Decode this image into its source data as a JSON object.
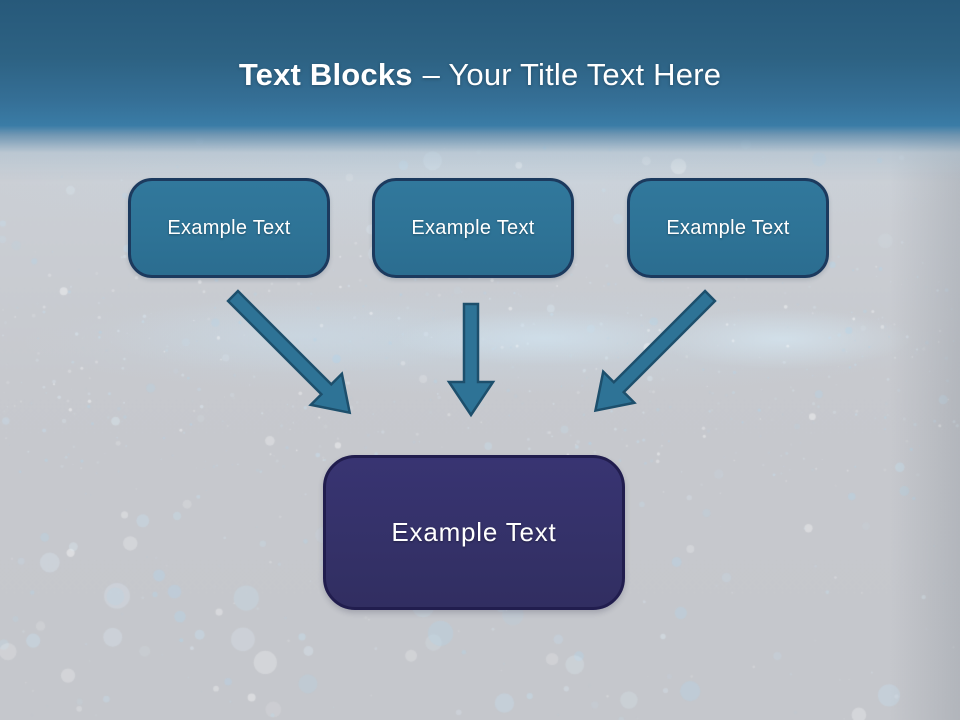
{
  "slide": {
    "title": {
      "bold": "Text Blocks",
      "rest": "– Your Title Text Here"
    },
    "top_boxes": [
      {
        "label": "Example Text"
      },
      {
        "label": "Example Text"
      },
      {
        "label": "Example Text"
      }
    ],
    "bottom_box": {
      "label": "Example Text"
    },
    "colors": {
      "header_top": "#27597a",
      "header_bottom": "#3a7ca6",
      "title_color": "#ffffff",
      "box_fill": "#2e7396",
      "box_border": "#1c3a5e",
      "arrow_fill": "#2e7396",
      "arrow_border": "#1d4f6c",
      "bottom_box_fill": "#343168",
      "bottom_box_border": "#211d4e",
      "background": "#c8cacf"
    }
  }
}
